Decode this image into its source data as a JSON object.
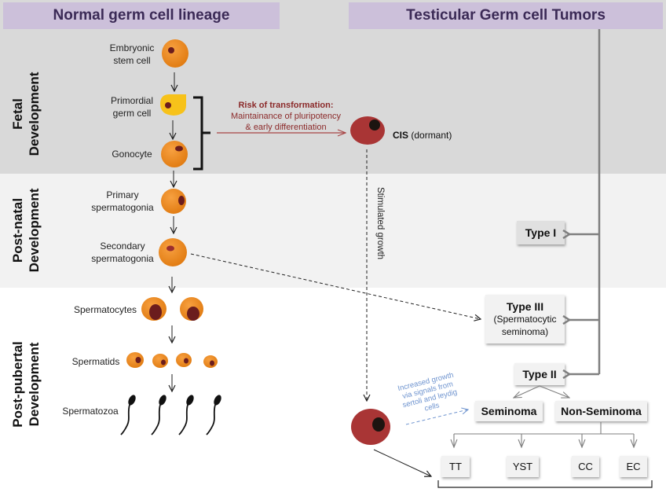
{
  "headers": {
    "left": "Normal germ cell lineage",
    "right": "Testicular Germ cell Tumors"
  },
  "stages": [
    {
      "line1": "Fetal",
      "line2": "Development"
    },
    {
      "line1": "Post-natal",
      "line2": "Development"
    },
    {
      "line1": "Post-pubertal",
      "line2": "Development"
    }
  ],
  "lineage": {
    "embryonic_stem_cell": {
      "line1": "Embryonic",
      "line2": "stem cell"
    },
    "primordial_germ_cell": {
      "line1": "Primordial",
      "line2": "germ cell"
    },
    "gonocyte": "Gonocyte",
    "primary_spermatogonia": {
      "line1": "Primary",
      "line2": "spermatogonia"
    },
    "secondary_spermatogonia": {
      "line1": "Secondary",
      "line2": "spermatogonia"
    },
    "spermatocytes": "Spermatocytes",
    "spermatids": "Spermatids",
    "spermatozoa": "Spermatozoa"
  },
  "risk": {
    "title": "Risk of transformation:",
    "line1": "Maintainance of pluripotency",
    "line2": "& early differentiation"
  },
  "cis": {
    "bold": "CIS",
    "rest": " (dormant)"
  },
  "stimulated_growth": "Stimulated growth",
  "growth_note": "Increased growth via signals from sertoli and leydig cells",
  "tumors": {
    "type1": "Type I",
    "type3": {
      "title": "Type III",
      "line1": "(Spermatocytic",
      "line2": "seminoma)"
    },
    "type2": "Type II",
    "seminoma": "Seminoma",
    "non_seminoma": "Non-Seminoma",
    "subtypes": [
      "TT",
      "YST",
      "CC",
      "EC"
    ]
  },
  "colors": {
    "header_bg": "#ccc0da",
    "header_text": "#3b2a56",
    "cell_orange": "#f08a24",
    "cell_yellow": "#f7c21a",
    "nucleus": "#6b1d1d",
    "cis_cell": "#a93535",
    "risk_text": "#8b2a2a",
    "note_blue": "#6f94cf"
  }
}
